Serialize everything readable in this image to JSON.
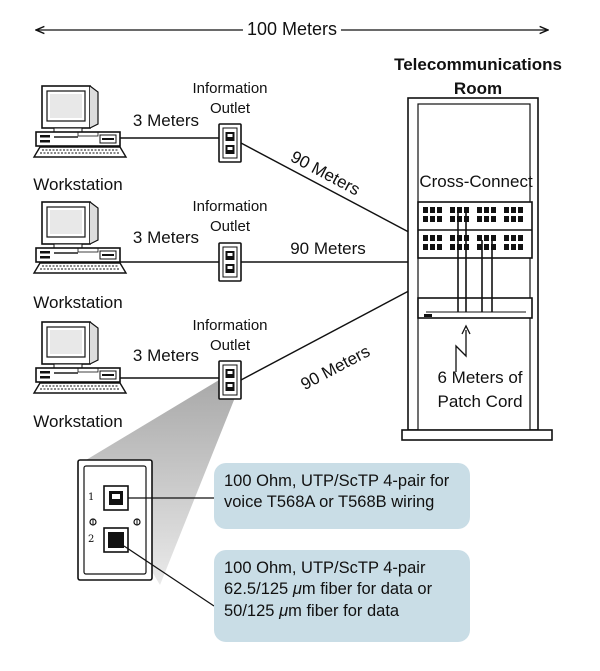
{
  "dimension": {
    "total": "100 Meters"
  },
  "room": {
    "title_line1": "Telecommunications",
    "title_line2": "Room",
    "cross_connect": "Cross-Connect"
  },
  "patch": {
    "line1": "6 Meters of",
    "line2": "Patch Cord"
  },
  "rows": [
    {
      "workstation": "Workstation",
      "short_run": "3 Meters",
      "outlet_line1": "Information",
      "outlet_line2": "Outlet",
      "horizontal_run": "90 Meters"
    },
    {
      "workstation": "Workstation",
      "short_run": "3 Meters",
      "outlet_line1": "Information",
      "outlet_line2": "Outlet",
      "horizontal_run": "90 Meters"
    },
    {
      "workstation": "Workstation",
      "short_run": "3 Meters",
      "outlet_line1": "Information",
      "outlet_line2": "Outlet",
      "horizontal_run": "90 Meters"
    }
  ],
  "detail": {
    "port1_number": "1",
    "port2_number": "2",
    "callout1": "100 Ohm, UTP/ScTP 4-pair for voice T568A or T568B wiring",
    "callout2_part1": "100 Ohm, UTP/ScTP 4-pair 62.5/125 ",
    "callout2_mu1": "μ",
    "callout2_part2": "m fiber for data or 50/125 ",
    "callout2_mu2": "μ",
    "callout2_part3": "m fiber for data"
  },
  "colors": {
    "line": "#111111",
    "callout_fill": "#c9dde6",
    "beam": "#bfbfbf"
  }
}
